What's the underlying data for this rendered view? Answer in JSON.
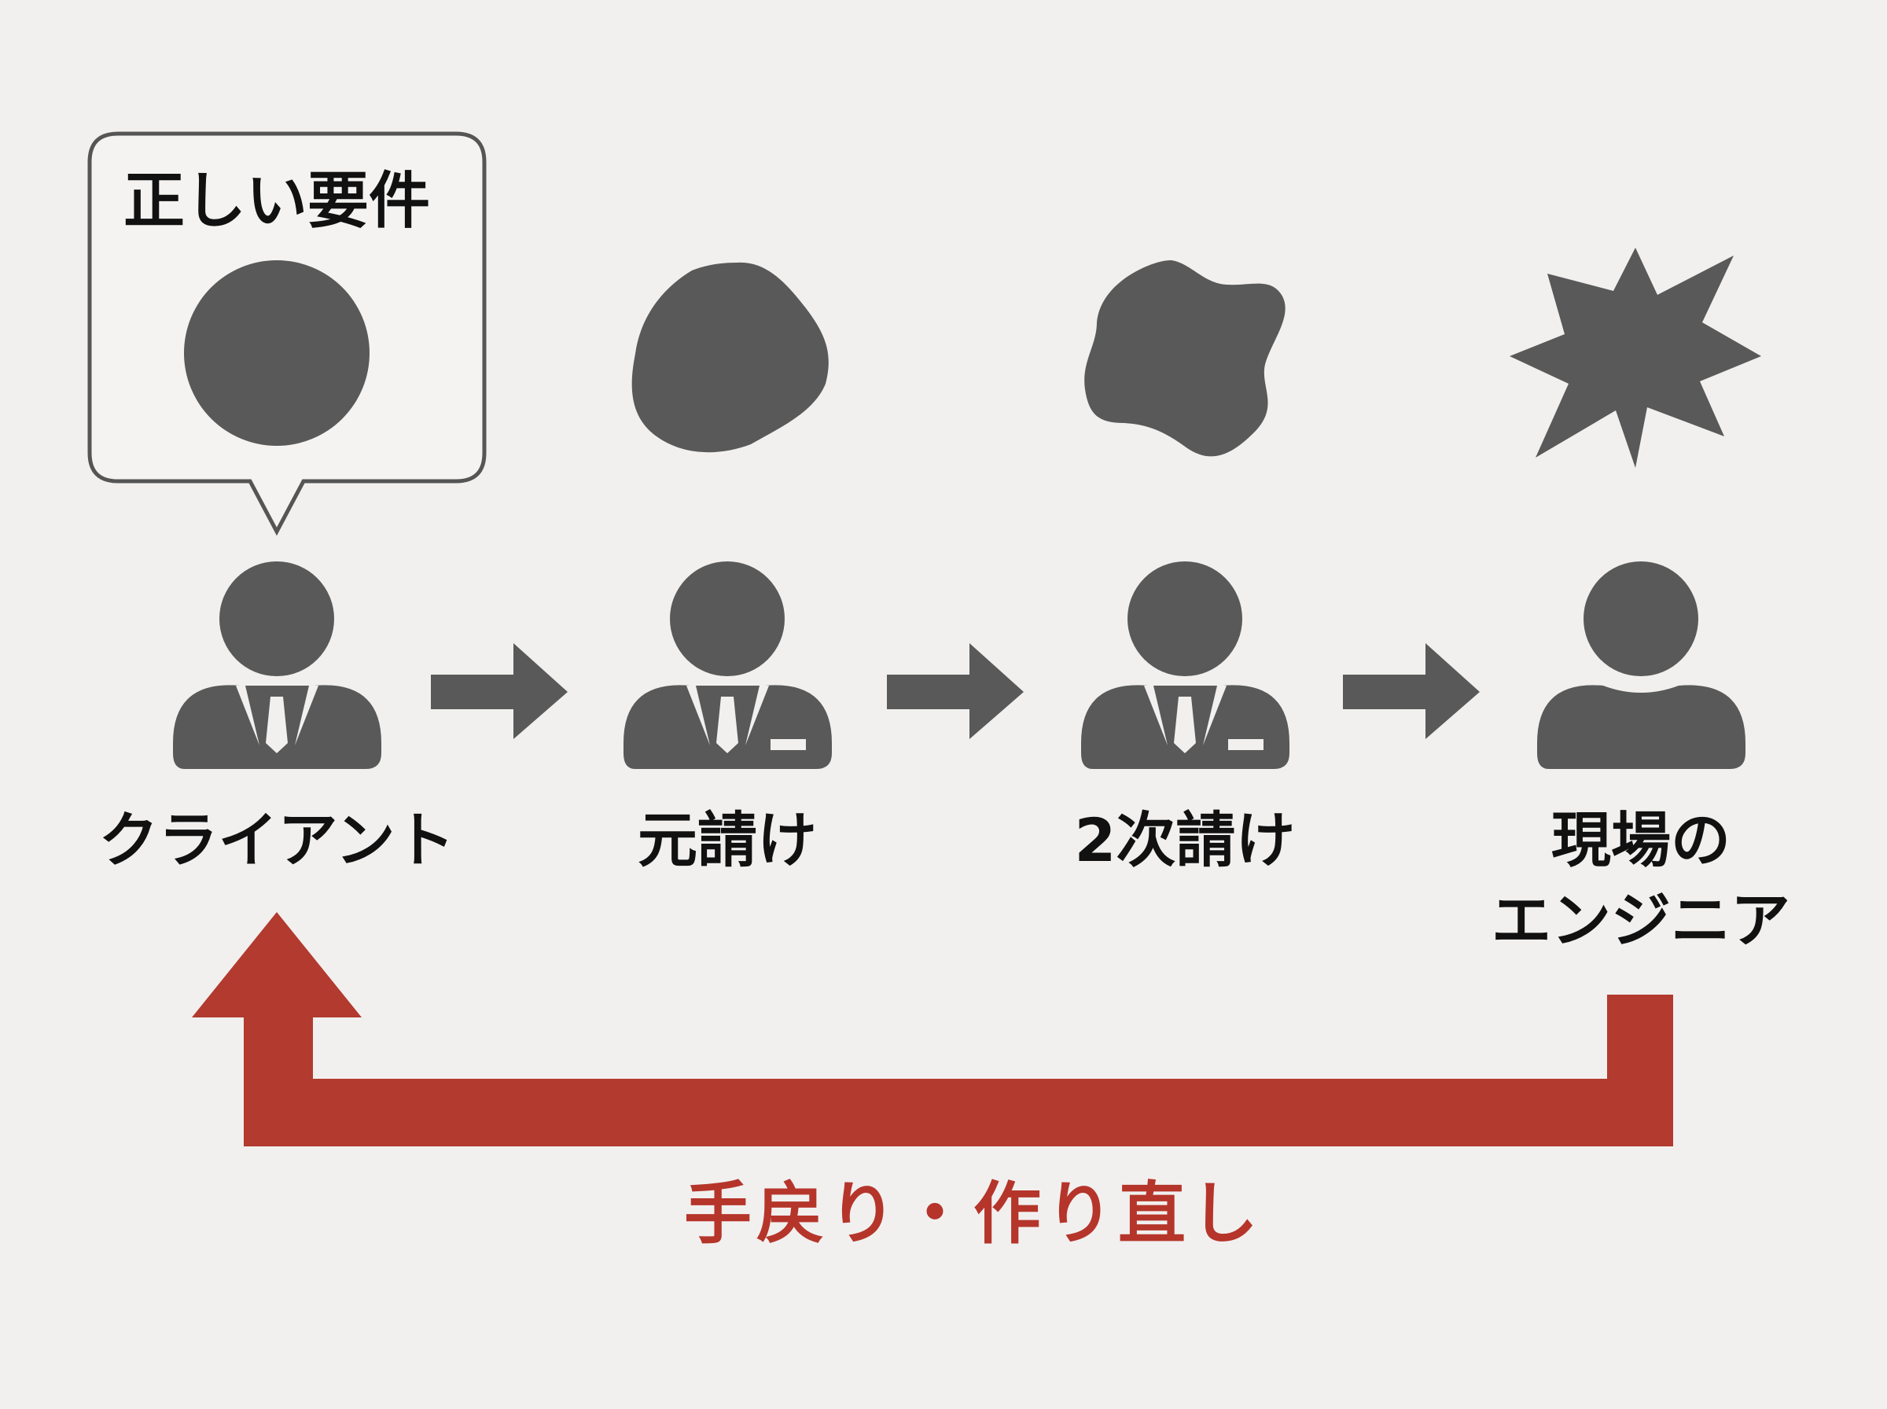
{
  "bubble": {
    "text": "正しい要件"
  },
  "actors": [
    {
      "label_line1": "クライアント",
      "label_line2": "",
      "figure": "client-person-with-tie"
    },
    {
      "label_line1": "元請け",
      "label_line2": "",
      "figure": "prime-contractor-person-with-tie-and-badge"
    },
    {
      "label_line1": "2次請け",
      "label_line2": "",
      "figure": "subcontractor-person-with-tie-and-badge"
    },
    {
      "label_line1": "現場の",
      "label_line2": "エンジニア",
      "figure": "engineer-person"
    }
  ],
  "requirement_shapes": [
    "perfect-circle",
    "slightly-deformed-circle",
    "distorted-blob",
    "starburst"
  ],
  "feedback": {
    "text": "手戻り・作り直し",
    "color": "#b5352b"
  },
  "colors": {
    "icon": "#595959",
    "text": "#111111",
    "background": "#f1f0ef",
    "bubble_border": "#555555"
  }
}
